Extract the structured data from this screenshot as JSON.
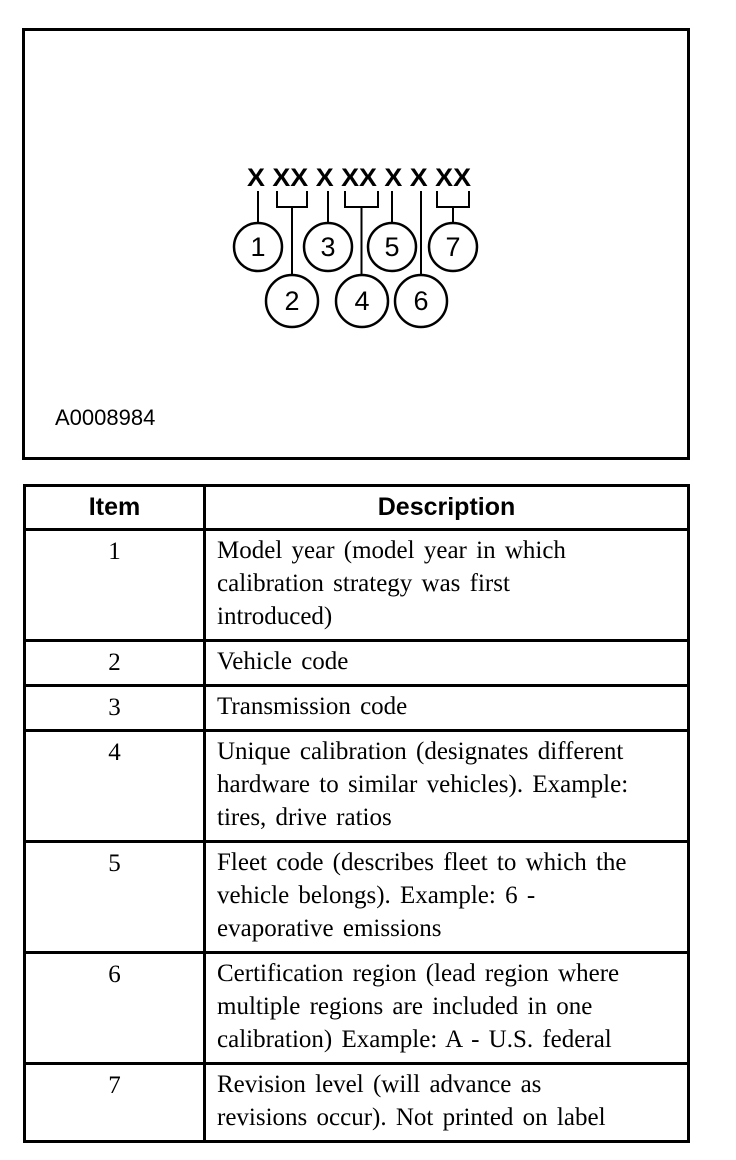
{
  "diagram": {
    "code_label": "X XX X XX X X XX",
    "figure_id": "A0008984",
    "callouts": [
      "1",
      "2",
      "3",
      "4",
      "5",
      "6",
      "7"
    ]
  },
  "table": {
    "headers": {
      "item": "Item",
      "description": "Description"
    },
    "rows": [
      {
        "item": "1",
        "description": "Model year (model year in which\ncalibration strategy was first\nintroduced)"
      },
      {
        "item": "2",
        "description": "Vehicle code"
      },
      {
        "item": "3",
        "description": "Transmission code"
      },
      {
        "item": "4",
        "description": "Unique calibration (designates different\nhardware to similar vehicles). Example:\ntires, drive ratios"
      },
      {
        "item": "5",
        "description": "Fleet code (describes fleet to which the\nvehicle belongs). Example: 6 -\nevaporative emissions"
      },
      {
        "item": "6",
        "description": "Certification region (lead region where\nmultiple regions are included in one\ncalibration) Example: A - U.S. federal"
      },
      {
        "item": "7",
        "description": "Revision level (will advance as\nrevisions occur). Not printed on label"
      }
    ]
  },
  "colors": {
    "ink": "#000000",
    "paper": "#ffffff"
  }
}
